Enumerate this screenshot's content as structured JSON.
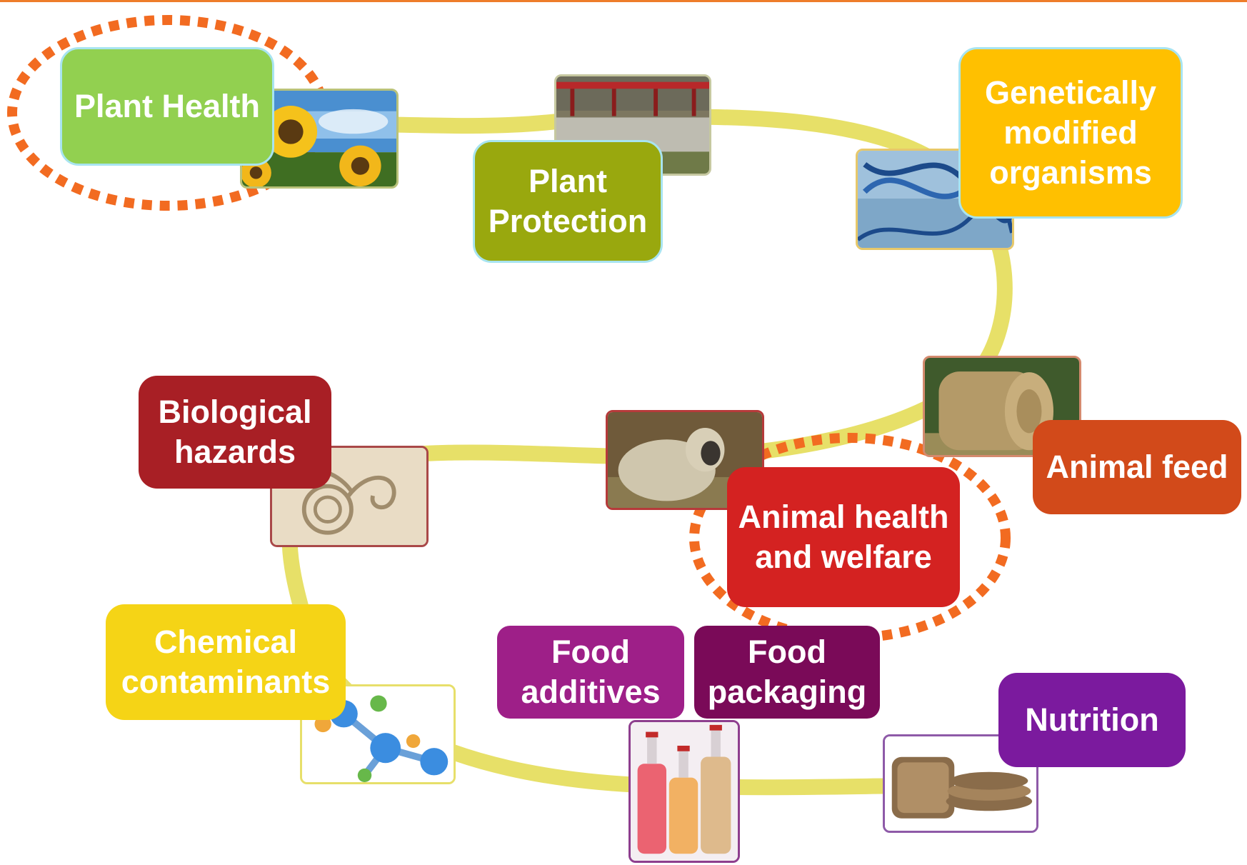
{
  "colors": {
    "top_rule": "#EE7D2A",
    "cycle_path": "#E3DB4E",
    "highlight": "#F26B21"
  },
  "topics": [
    {
      "id": "plant-health",
      "label": "Plant Health",
      "color": "#92D050",
      "highlighted": true,
      "image": "sunflowers"
    },
    {
      "id": "plant-protection",
      "label": "Plant\nProtection",
      "color": "#99A80E",
      "highlighted": false,
      "image": "crop-sprayer"
    },
    {
      "id": "gmo",
      "label": "Genetically\nmodified\norganisms",
      "color": "#FFC000",
      "highlighted": false,
      "image": "dna-helix"
    },
    {
      "id": "animal-feed",
      "label": "Animal feed",
      "color": "#D24A1A",
      "highlighted": false,
      "image": "hay-bale"
    },
    {
      "id": "animal-health",
      "label": "Animal health\nand welfare",
      "color": "#D42221",
      "highlighted": true,
      "image": "sheep"
    },
    {
      "id": "biological-hazards",
      "label": "Biological\nhazards",
      "color": "#A81F25",
      "highlighted": false,
      "image": "parasite-worm"
    },
    {
      "id": "chemical-contaminants",
      "label": "Chemical\ncontaminants",
      "color": "#F5D416",
      "highlighted": false,
      "image": "molecule"
    },
    {
      "id": "food-additives",
      "label": "Food\nadditives",
      "color": "#9E1F88",
      "highlighted": false,
      "image": "drink-bottles"
    },
    {
      "id": "food-packaging",
      "label": "Food\npackaging",
      "color": "#7A0A58",
      "highlighted": false,
      "image": "drink-bottles"
    },
    {
      "id": "nutrition",
      "label": "Nutrition",
      "color": "#7B1A9E",
      "highlighted": false,
      "image": "bread-slices"
    }
  ]
}
